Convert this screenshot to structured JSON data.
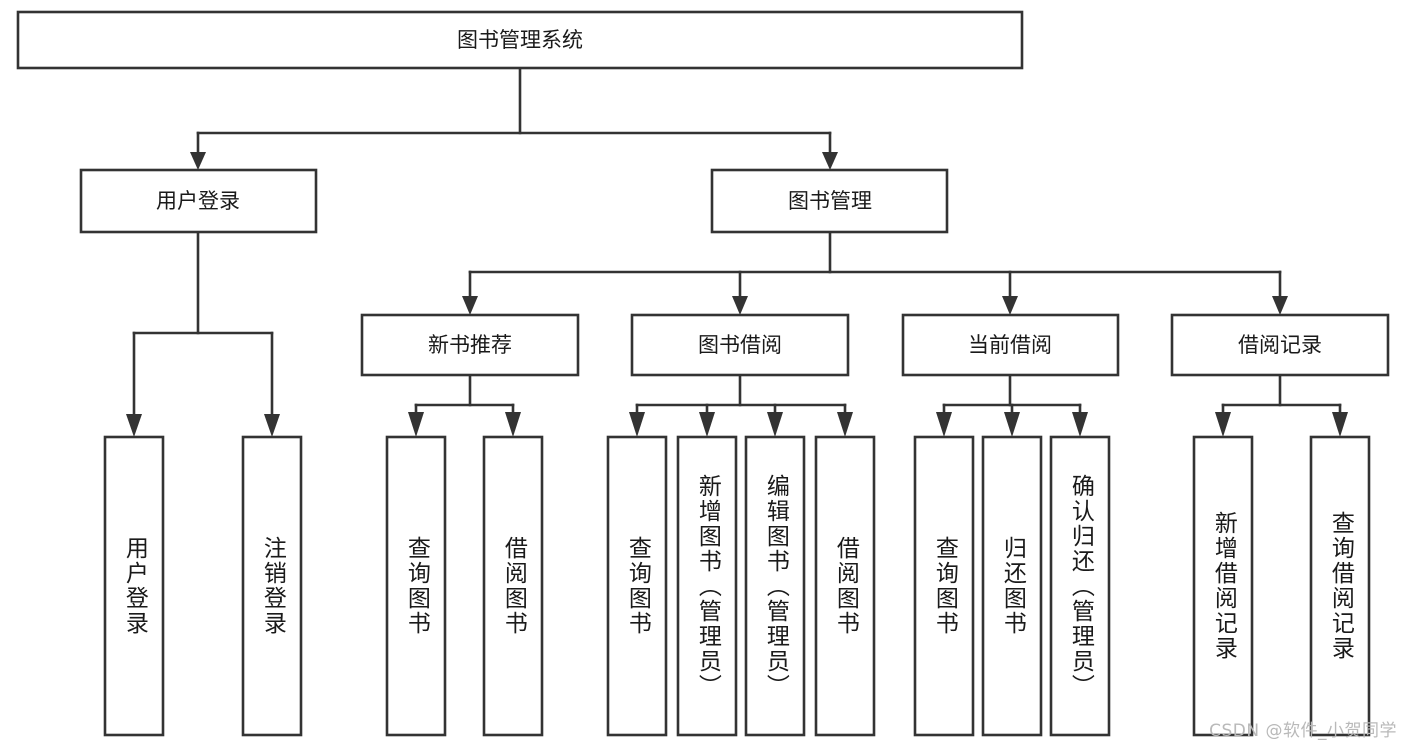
{
  "diagram": {
    "type": "tree",
    "title": "图书管理系统",
    "watermark": "CSDN @软件_小贺同学",
    "colors": {
      "stroke": "#333333",
      "fill": "#ffffff",
      "text": "#1a1a1a",
      "watermark": "#b9b9b9"
    },
    "levels": {
      "root": "图书管理系统",
      "level2": [
        "用户登录",
        "图书管理"
      ],
      "level3": [
        "新书推荐",
        "图书借阅",
        "当前借阅",
        "借阅记录"
      ],
      "leaves": [
        "用户登录",
        "注销登录",
        "查询图书",
        "借阅图书",
        "查询图书",
        "新增图书（管理员）",
        "编辑图书（管理员）",
        "借阅图书",
        "查询图书",
        "归还图书",
        "确认归还（管理员）",
        "新增借阅记录",
        "查询借阅记录"
      ]
    },
    "nodes": {
      "root": {
        "label": "图书管理系统"
      },
      "user_login": {
        "label": "用户登录"
      },
      "book_manage": {
        "label": "图书管理"
      },
      "new_book_rec": {
        "label": "新书推荐"
      },
      "book_borrow": {
        "label": "图书借阅"
      },
      "current_borrow": {
        "label": "当前借阅"
      },
      "borrow_record": {
        "label": "借阅记录"
      },
      "leaf_user_login": {
        "label": "用户登录"
      },
      "leaf_logout": {
        "label": "注销登录"
      },
      "leaf_query_book_1": {
        "label": "查询图书"
      },
      "leaf_borrow_book_1": {
        "label": "借阅图书"
      },
      "leaf_query_book_2": {
        "label": "查询图书"
      },
      "leaf_add_book_admin": {
        "label": "新增图书（管理员）"
      },
      "leaf_edit_book_admin": {
        "label": "编辑图书（管理员）"
      },
      "leaf_borrow_book_2": {
        "label": "借阅图书"
      },
      "leaf_query_book_3": {
        "label": "查询图书"
      },
      "leaf_return_book": {
        "label": "归还图书"
      },
      "leaf_confirm_return_admin": {
        "label": "确认归还（管理员）"
      },
      "leaf_add_borrow_record": {
        "label": "新增借阅记录"
      },
      "leaf_query_borrow_record": {
        "label": "查询借阅记录"
      }
    },
    "edges": [
      {
        "from": "root",
        "to": "user_login"
      },
      {
        "from": "root",
        "to": "book_manage"
      },
      {
        "from": "user_login",
        "to": "leaf_user_login"
      },
      {
        "from": "user_login",
        "to": "leaf_logout"
      },
      {
        "from": "book_manage",
        "to": "new_book_rec"
      },
      {
        "from": "book_manage",
        "to": "book_borrow"
      },
      {
        "from": "book_manage",
        "to": "current_borrow"
      },
      {
        "from": "book_manage",
        "to": "borrow_record"
      },
      {
        "from": "new_book_rec",
        "to": "leaf_query_book_1"
      },
      {
        "from": "new_book_rec",
        "to": "leaf_borrow_book_1"
      },
      {
        "from": "book_borrow",
        "to": "leaf_query_book_2"
      },
      {
        "from": "book_borrow",
        "to": "leaf_add_book_admin"
      },
      {
        "from": "book_borrow",
        "to": "leaf_edit_book_admin"
      },
      {
        "from": "book_borrow",
        "to": "leaf_borrow_book_2"
      },
      {
        "from": "current_borrow",
        "to": "leaf_query_book_3"
      },
      {
        "from": "current_borrow",
        "to": "leaf_return_book"
      },
      {
        "from": "current_borrow",
        "to": "leaf_confirm_return_admin"
      },
      {
        "from": "borrow_record",
        "to": "leaf_add_borrow_record"
      },
      {
        "from": "borrow_record",
        "to": "leaf_query_borrow_record"
      }
    ]
  }
}
